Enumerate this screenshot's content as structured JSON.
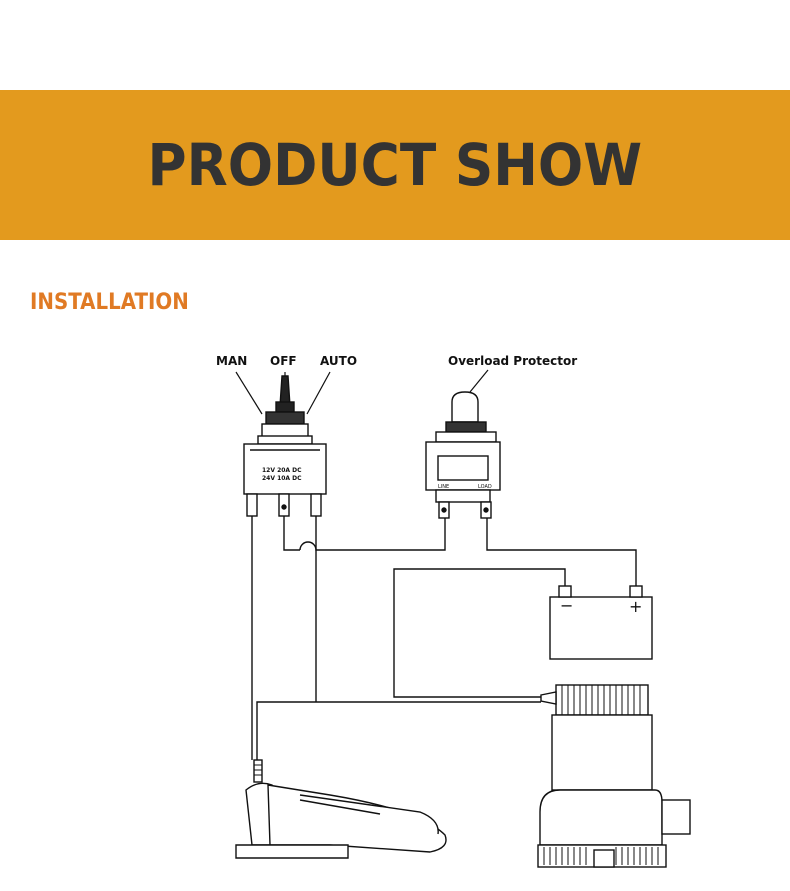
{
  "banner": {
    "title": "PRODUCT SHOW",
    "color": "#e39a1e"
  },
  "section": {
    "title": "INSTALLATION",
    "color": "#e07a24"
  },
  "diagram": {
    "switch_labels": {
      "man": "MAN",
      "off": "OFF",
      "auto": "AUTO"
    },
    "switch_rating": {
      "line1": "12V  20A  DC",
      "line2": "24V  10A  DC"
    },
    "protector_label": "Overload Protector",
    "protector_terminals": {
      "left": "LINE",
      "right": "LOAD"
    },
    "battery_terminals": {
      "negative": "−",
      "positive": "+"
    }
  }
}
